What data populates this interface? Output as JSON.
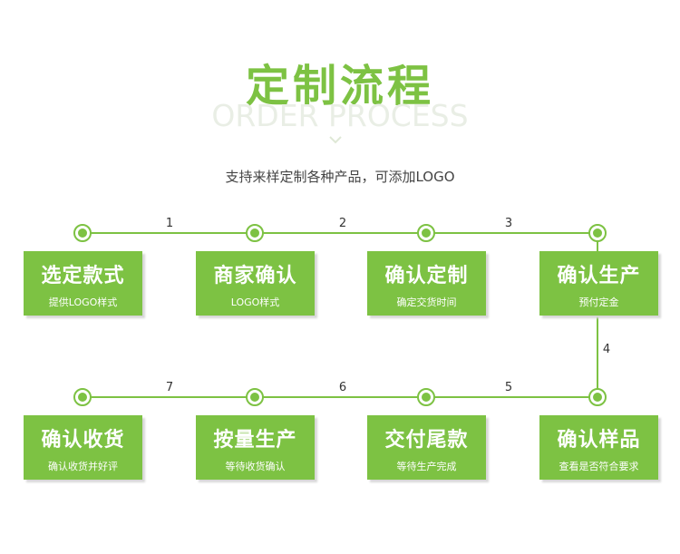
{
  "header": {
    "title": "定制流程",
    "subtitle": "ORDER PROCESS",
    "description": "支持来样定制各种产品，可添加LOGO"
  },
  "colors": {
    "accent": "#7dc243",
    "subtitle": "#e9eee5"
  },
  "steps": [
    {
      "title": "选定款式",
      "sub": "提供LOGO样式"
    },
    {
      "title": "商家确认",
      "sub": "LOGO样式"
    },
    {
      "title": "确认定制",
      "sub": "确定交货时间"
    },
    {
      "title": "确认生产",
      "sub": "预付定金"
    },
    {
      "title": "确认样品",
      "sub": "查看是否符合要求"
    },
    {
      "title": "交付尾款",
      "sub": "等待生产完成"
    },
    {
      "title": "按量生产",
      "sub": "等待收货确认"
    },
    {
      "title": "确认收货",
      "sub": "确认收货并好评"
    }
  ],
  "connector_labels": [
    "1",
    "2",
    "3",
    "4",
    "5",
    "6",
    "7"
  ]
}
